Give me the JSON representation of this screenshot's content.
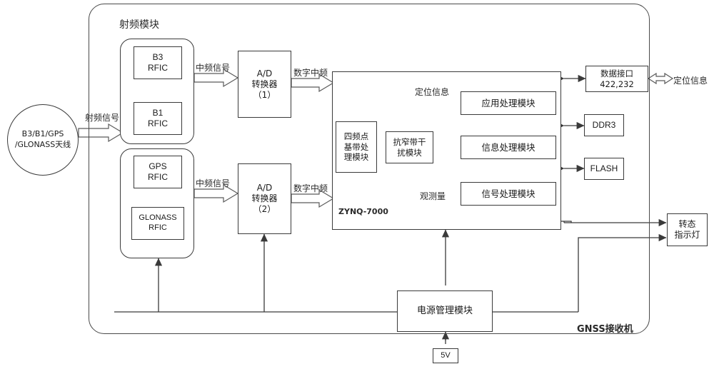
{
  "diagram": {
    "title_outer": "GNSS接收机",
    "antenna": {
      "line1": "B3/B1/GPS",
      "line2": "/GLONASS天线"
    },
    "rf_module_label": "射频模块",
    "rf_group_upper": [
      {
        "line1": "B3",
        "line2": "RFIC"
      },
      {
        "line1": "B1",
        "line2": "RFIC"
      }
    ],
    "rf_group_lower": [
      {
        "line1": "GPS",
        "line2": "RFIC"
      },
      {
        "line1": "GLONASS",
        "line2": "RFIC"
      }
    ],
    "adc1": {
      "line1": "A/D",
      "line2": "转换器",
      "line3": "（1）"
    },
    "adc2": {
      "line1": "A/D",
      "line2": "转换器",
      "line3": "（2）"
    },
    "zynq": {
      "chip_label": "ZYNQ-7000",
      "baseband": {
        "line1": "四频点",
        "line2": "基带处",
        "line3": "理模块"
      },
      "antijam": {
        "line1": "抗窄带干",
        "line2": "扰模块"
      },
      "app_module": "应用处理模块",
      "info_module": "信息处理模块",
      "signal_module": "信号处理模块"
    },
    "peripherals": [
      {
        "line1": "数据接口",
        "line2": "422,232"
      },
      {
        "line1": "DDR3",
        "line2": ""
      },
      {
        "line1": "FLASH",
        "line2": ""
      }
    ],
    "status_light": {
      "line1": "转态",
      "line2": "指示灯"
    },
    "power_module": "电源管理模块",
    "power_input": "5V",
    "signal_labels": {
      "rf_signal": "射频信号",
      "if_signal_upper": "中频信号",
      "if_signal_lower": "中频信号",
      "digital_if_upper": "数字中频",
      "digital_if_lower": "数字中频",
      "position_info_internal": "定位信息",
      "observation": "观测量",
      "position_info_external": "定位信息"
    },
    "colors": {
      "line": "#3a3a3a",
      "text": "#1a1a1a",
      "background": "#ffffff"
    }
  }
}
